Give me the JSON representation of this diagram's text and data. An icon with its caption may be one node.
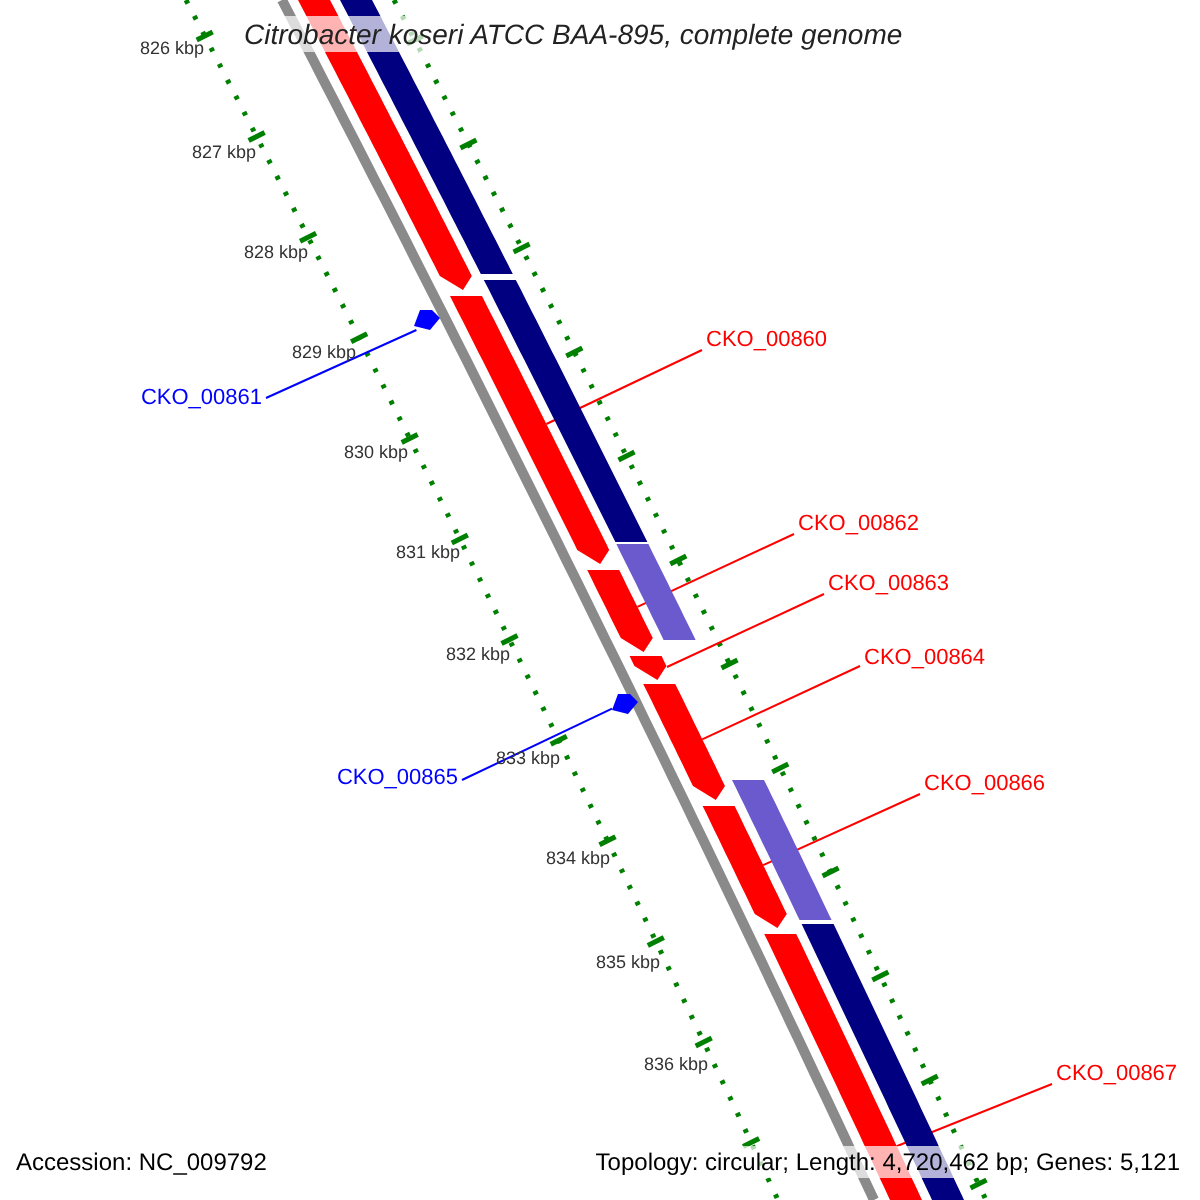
{
  "diagram": {
    "title": "Citrobacter koseri ATCC BAA-895, complete genome",
    "nodes": [
      {
        "text": [
          "CKO_00860"
        ]
      },
      {
        "text": [
          "CKO_00861"
        ]
      },
      {
        "text": [
          "CKO_00862"
        ]
      },
      {
        "text": [
          "CKO_00863"
        ]
      },
      {
        "text": [
          "CKO_00864"
        ]
      },
      {
        "text": [
          "CKO_00865"
        ]
      },
      {
        "text": [
          "CKO_00866"
        ]
      },
      {
        "text": [
          "CKO_00867"
        ]
      },
      {
        "text": [],
        "shape": "arrow"
      },
      {
        "text": [],
        "shape": "arrow"
      },
      {
        "text": [],
        "shape": "arrow"
      },
      {
        "text": [],
        "shape": "arrow"
      },
      {
        "text": [],
        "shape": "arrow"
      },
      {
        "text": [],
        "shape": "arrow"
      },
      {
        "text": [],
        "shape": "arrow"
      },
      {
        "text": [],
        "shape": "bar"
      },
      {
        "text": [],
        "shape": "bar"
      },
      {
        "text": [],
        "shape": "bar"
      },
      {
        "text": [],
        "shape": "bar"
      },
      {
        "text": [],
        "shape": "bar"
      },
      {
        "text": [],
        "shape": "arrow"
      },
      {
        "text": [],
        "shape": "arrow"
      }
    ],
    "edges": [
      {
        "from": 0,
        "to": 9,
        "arrow": "none"
      },
      {
        "from": 1,
        "to": 20,
        "arrow": "none",
        "color": "#0000ff"
      },
      {
        "from": 2,
        "to": 10,
        "arrow": "none"
      },
      {
        "from": 3,
        "to": 11,
        "arrow": "none"
      },
      {
        "from": 4,
        "to": 12,
        "arrow": "none"
      },
      {
        "from": 5,
        "to": 21,
        "arrow": "none",
        "color": "#0000ff"
      },
      {
        "from": 6,
        "to": 13,
        "arrow": "none"
      },
      {
        "from": 7,
        "to": 14,
        "arrow": "none"
      }
    ],
    "labels": [
      "826 kbp",
      "827 kbp",
      "828 kbp",
      "829 kbp",
      "830 kbp",
      "831 kbp",
      "832 kbp",
      "833 kbp",
      "834 kbp",
      "835 kbp",
      "836 kbp",
      "Accession: NC_009792",
      "Topology: circular; Length: 4,720,462 bp; Genes: 5,121"
    ]
  }
}
